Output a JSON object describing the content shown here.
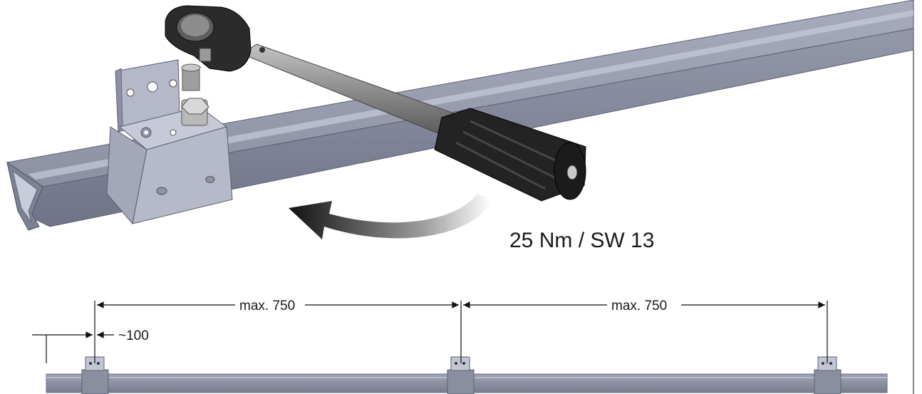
{
  "torque_label": "25 Nm  / SW 13",
  "dimensions": {
    "spacing_left": "max. 750",
    "spacing_right": "max. 750",
    "edge_offset": "~100"
  },
  "colors": {
    "rail": "#8f93a6",
    "rail_dark": "#6e7285",
    "rail_light": "#b4b8c9",
    "bracket": "#a9adbd",
    "wrench_head": "#2b2b2b",
    "wrench_shaft": "#8a8a8a",
    "handle": "#1e1e1e",
    "arrow": "#111111"
  }
}
